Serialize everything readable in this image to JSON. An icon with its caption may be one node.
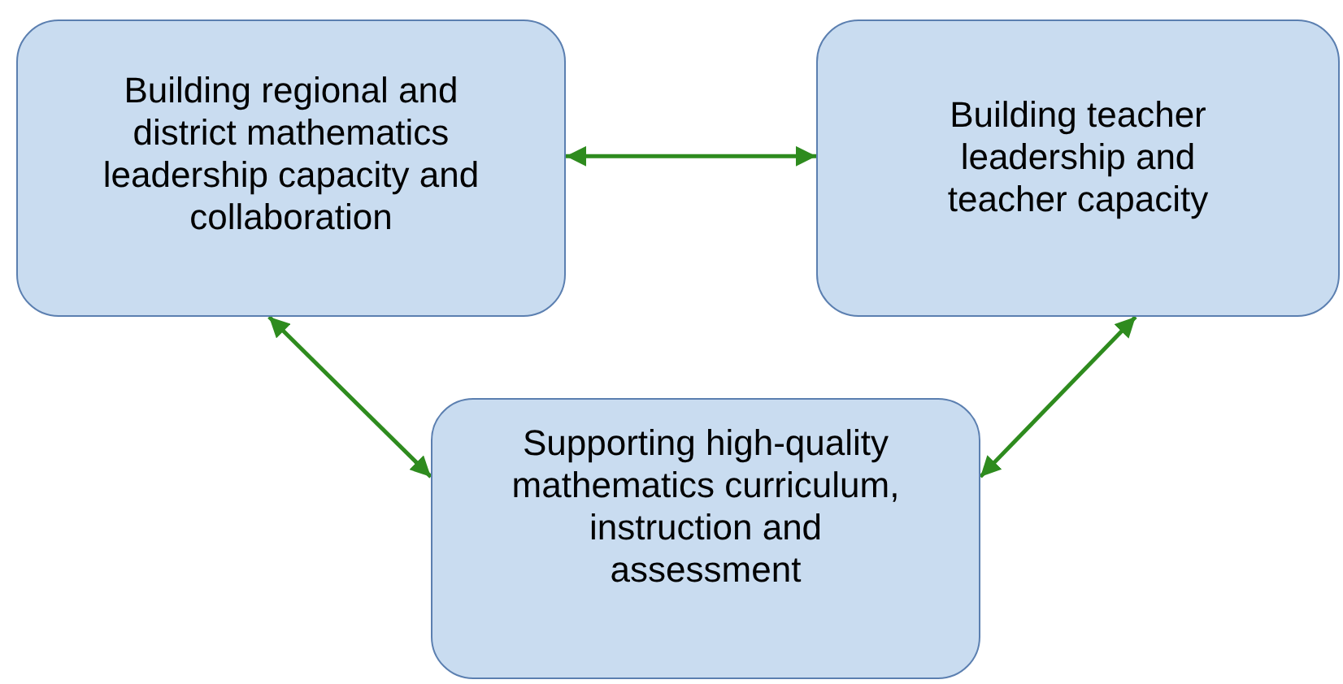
{
  "diagram": {
    "nodes": [
      {
        "text": [
          "Building regional and district mathematics leadership capacity and collaboration"
        ]
      },
      {
        "text": [
          "Building teacher leadership and teacher capacity"
        ]
      },
      {
        "text": [
          "Supporting high-quality mathematics curriculum, instruction and assessment"
        ]
      }
    ],
    "edges": [
      {
        "from": 0,
        "to": 1,
        "arrow": "both"
      },
      {
        "from": 0,
        "to": 2,
        "arrow": "both"
      },
      {
        "from": 1,
        "to": 2,
        "arrow": "both"
      }
    ]
  }
}
